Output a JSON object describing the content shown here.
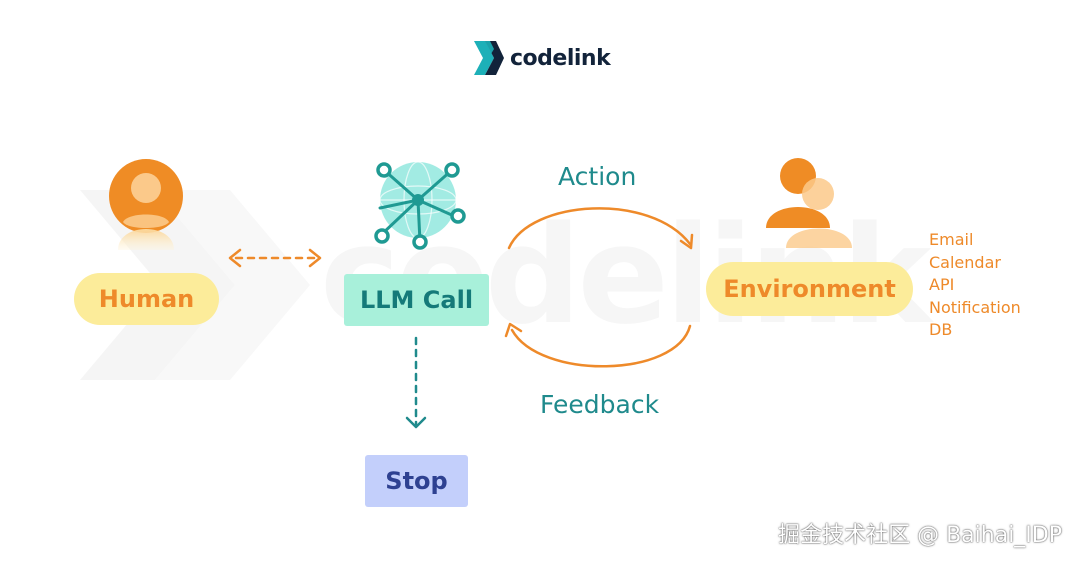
{
  "logo": {
    "text": "codelink"
  },
  "watermark": {
    "text": "codelink"
  },
  "nodes": {
    "human": "Human",
    "llm": "LLM Call",
    "environment": "Environment",
    "stop": "Stop"
  },
  "edges": {
    "action": "Action",
    "feedback": "Feedback"
  },
  "environment_items": [
    "Email",
    "Calendar",
    "API",
    "Notification",
    "DB"
  ],
  "credit": "掘金技术社区 @ Baihai_IDP",
  "colors": {
    "orange": "#ee8a2a",
    "yellow_pill": "#fcec9a",
    "teal_pill": "#a8f0da",
    "teal_text": "#1f8a8c",
    "stop_pill": "#c3cffb",
    "stop_text": "#2e4191",
    "logo_teal": "#1db0b8",
    "logo_navy": "#12233a"
  }
}
